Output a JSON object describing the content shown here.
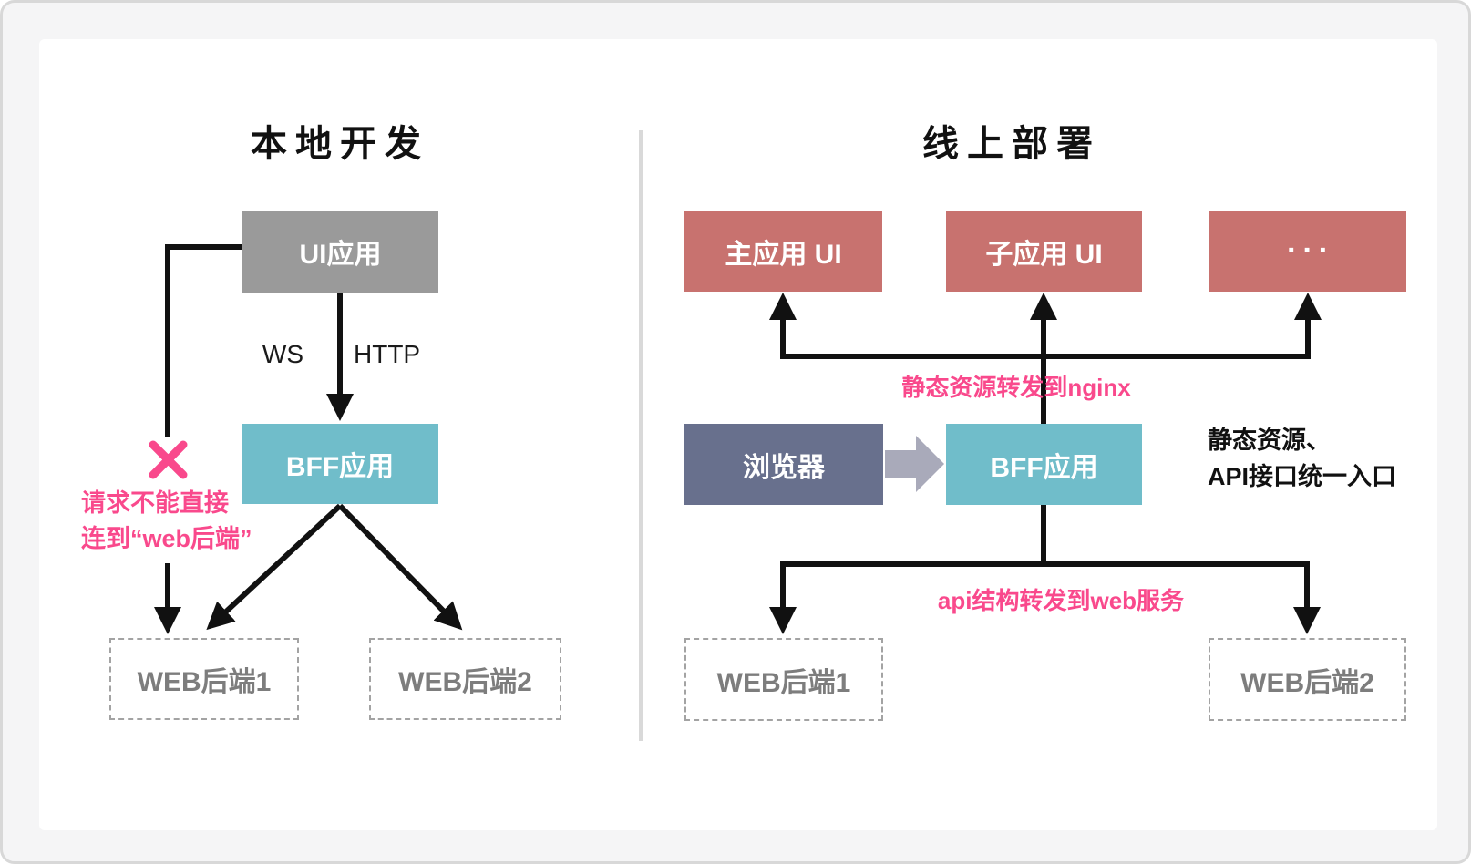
{
  "left": {
    "title": "本地开发",
    "ui_box": "UI应用",
    "ws_label": "WS",
    "http_label": "HTTP",
    "bff_box": "BFF应用",
    "warning_line1": "请求不能直接",
    "warning_line2": "连到“web后端”",
    "backend1": "WEB后端1",
    "backend2": "WEB后端2"
  },
  "right": {
    "title": "线上部署",
    "main_ui_box": "主应用 UI",
    "sub_ui_box": "子应用 UI",
    "more_ui_box": "···",
    "browser_box": "浏览器",
    "bff_box": "BFF应用",
    "nginx_note": "静态资源转发到nginx",
    "entry_note_line1": "静态资源、",
    "entry_note_line2": "API接口统一入口",
    "api_note": "api结构转发到web服务",
    "backend1": "WEB后端1",
    "backend2": "WEB后端2"
  },
  "colors": {
    "pink_accent": "#f9498c",
    "teal_box": "#70bdca",
    "gray_box": "#9a9a9a",
    "slate_box": "#68708d",
    "salmon_box": "#c8726f",
    "connector_line": "#111111",
    "dashed_border": "#a3a3a3",
    "backend_text": "#7d7d7d",
    "divider": "#d9d9d9",
    "page_background": "#f5f5f6",
    "card_background": "#ffffff"
  }
}
